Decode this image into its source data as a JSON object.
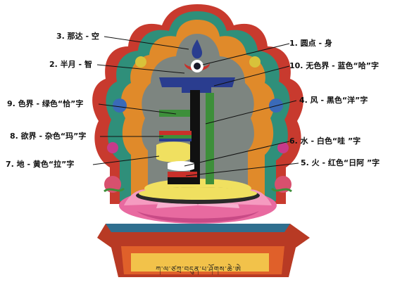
{
  "labels": {
    "l1": "1. 圆点 - 身",
    "l2": "2. 半月 - 智",
    "l3": "3. 那达 - 空",
    "l4": "4. 风 - 黑色“洋”字",
    "l5": "5. 火 - 红色“日阿 ”字",
    "l6": "6. 水 - 白色“哇 ”字",
    "l7": "7. 地 - 黄色“拉”字",
    "l8": "8. 欲界 - 杂色“玛”字",
    "l9": "9. 色界 - 绿色“恰”字",
    "l10": "10. 无色界 - 蓝色“哈”字"
  },
  "base_script": "ཀ་ལ་ཙཀྲ་བདུན་པ་ཤོགས་ཆེ་ཨེ",
  "colors": {
    "arch_green": "#2f8f7a",
    "arch_red": "#c83a2e",
    "arch_orange": "#e08a2a",
    "inner_gray": "#7d8580",
    "blue": "#2a3d8f",
    "green": "#3d8f3a",
    "black": "#111111",
    "yellow": "#f0e060",
    "lotus_pink": "#e86aa0",
    "base_red": "#c8402a"
  }
}
